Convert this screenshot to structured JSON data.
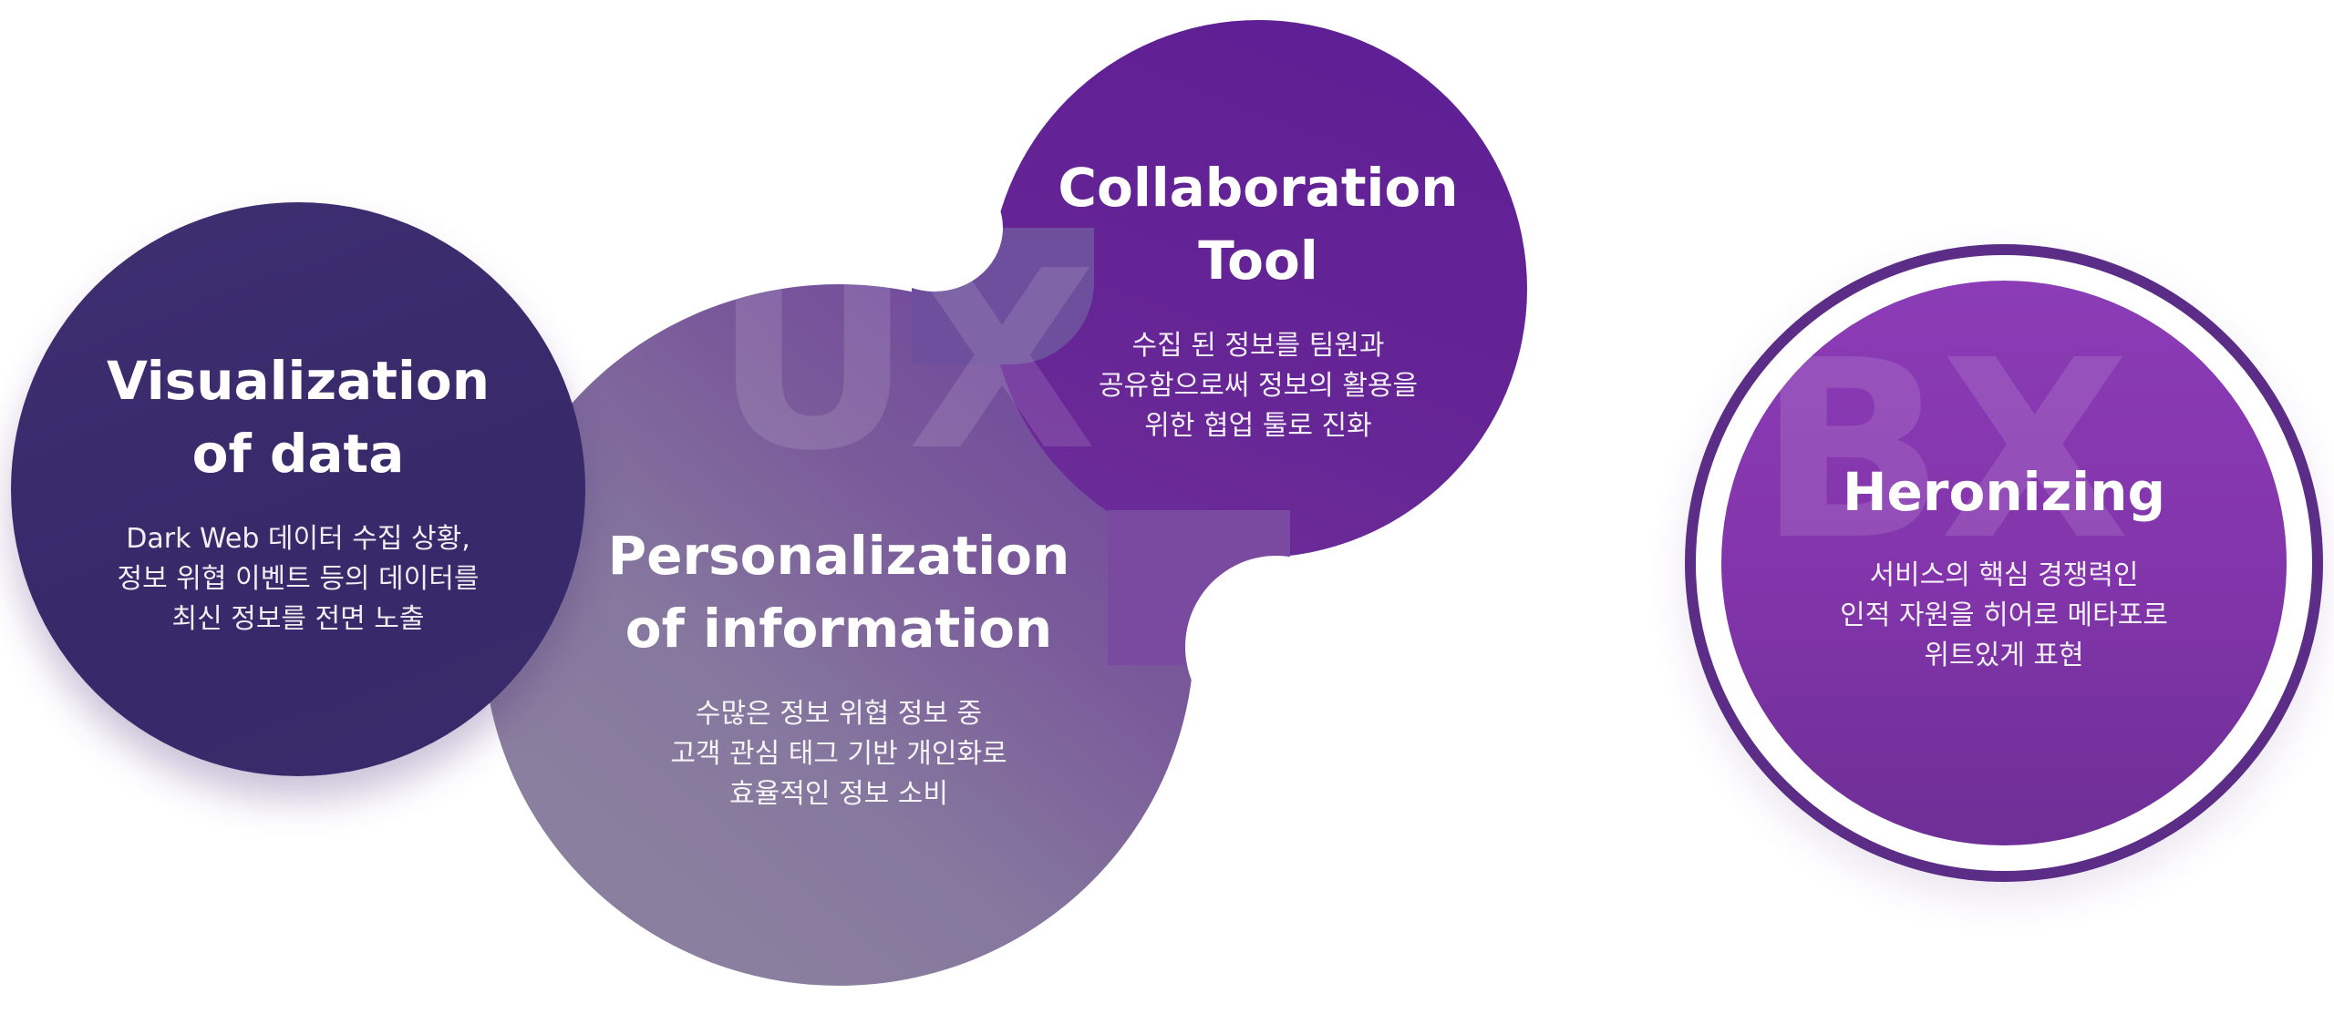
{
  "watermarks": {
    "ux": "UX",
    "bx": "BX"
  },
  "cards": {
    "visualization": {
      "title_lines": [
        "Visualization",
        "of data"
      ],
      "desc_lines": [
        "Dark Web 데이터 수집 상황,",
        "정보 위협 이벤트 등의 데이터를",
        "최신 정보를 전면 노출"
      ]
    },
    "personalization": {
      "title_lines": [
        "Personalization",
        "of information"
      ],
      "desc_lines": [
        "수많은 정보 위협 정보 중",
        "고객 관심 태그 기반 개인화로",
        "효율적인 정보 소비"
      ]
    },
    "collaboration": {
      "title_lines": [
        "Collaboration",
        "Tool"
      ],
      "desc_lines": [
        "수집 된 정보를 팀원과",
        "공유함으로써 정보의 활용을",
        "위한 협업 툴로 진화"
      ]
    },
    "heronizing": {
      "title_lines": [
        "Heronizing"
      ],
      "desc_lines": [
        "서비스의 핵심 경쟁력인",
        "인적 자원을 히어로 메타포로",
        "위트있게 표현"
      ]
    }
  },
  "colors": {
    "visualization": "#3a2c6b",
    "personalization": "#8a7ea0",
    "collaboration": "#652495",
    "heronizing": "#8335ab",
    "ring": "#5b2d87"
  }
}
